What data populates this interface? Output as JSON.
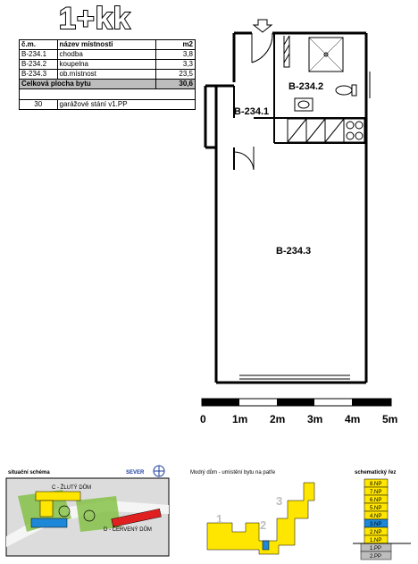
{
  "title": "1+kk",
  "table": {
    "headers": [
      "č.m.",
      "název místnosti",
      "m2"
    ],
    "rows": [
      {
        "num": "B-234.1",
        "name": "chodba",
        "area": "3,8"
      },
      {
        "num": "B-234.2",
        "name": "koupelna",
        "area": "3,3"
      },
      {
        "num": "B-234.3",
        "name": "ob.místnost",
        "area": "23,5"
      }
    ],
    "total_label": "Celková plocha bytu",
    "total_value": "30,6",
    "garage_num": "30",
    "garage_label": "garážové stání v1.PP"
  },
  "plan": {
    "room_hall": "B-234.1",
    "room_bath": "B-234.2",
    "room_living": "B-234.3"
  },
  "scale": {
    "labels": [
      "0",
      "1m",
      "2m",
      "3m",
      "4m",
      "5m"
    ]
  },
  "bottom": {
    "situation_title": "situační schéma",
    "north_label": "SEVER",
    "yellow_house": "C - ŽLUTÝ DŮM",
    "red_house": "D - ČERVENÝ DŮM",
    "blue_house_title": "Modrý dům - umístění bytu na patře",
    "markers": [
      "1",
      "2",
      "3"
    ],
    "schematic_title": "schematický řez",
    "floors": [
      "8.NP",
      "7.NP",
      "6.NP",
      "5.NP",
      "4.NP",
      "3.NP",
      "2.NP",
      "1.NP",
      "1.PP",
      "2.PP"
    ],
    "highlight_floor": "3.NP"
  },
  "colors": {
    "yellow": "#ffe600",
    "blue": "#1e88d8",
    "red": "#e02020",
    "green": "#7fbf3f",
    "gray": "#bdbdbd"
  }
}
